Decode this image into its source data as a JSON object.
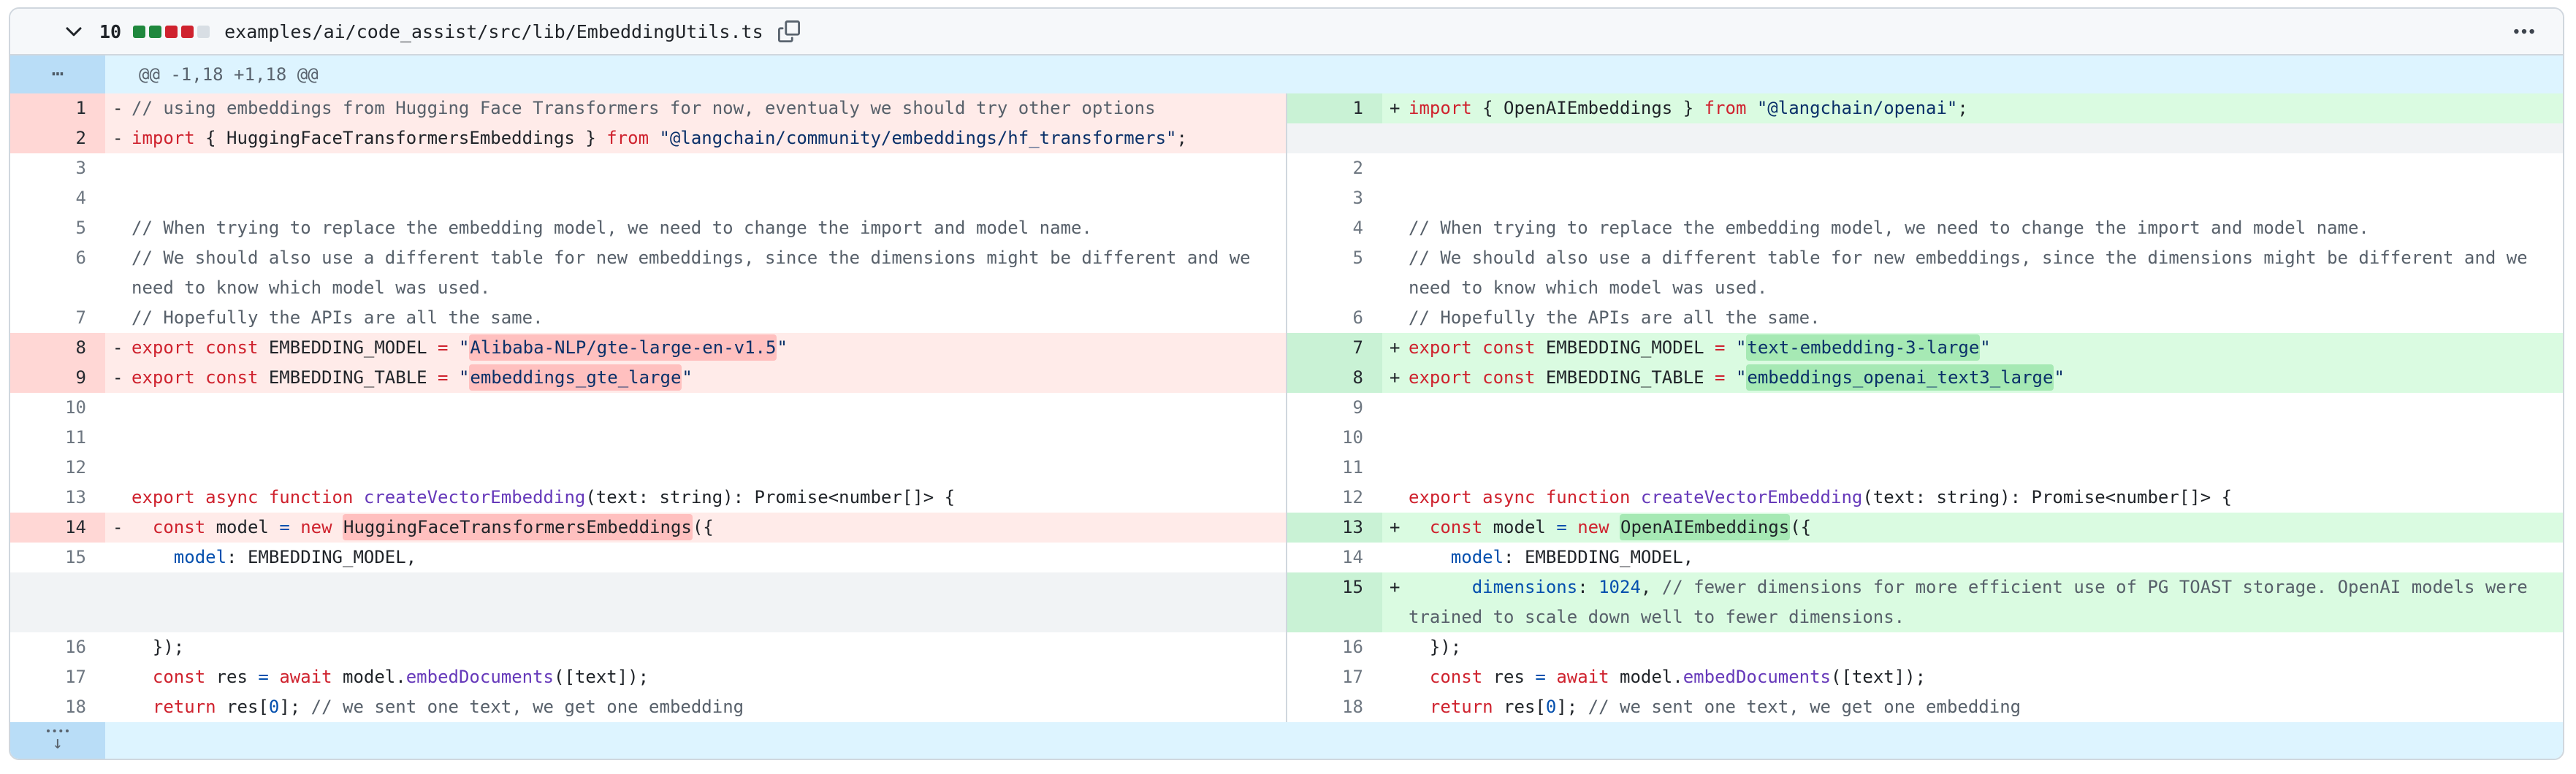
{
  "header": {
    "count": "10",
    "path": "examples/ai/code_assist/src/lib/EmbeddingUtils.ts",
    "diffstat": [
      "add",
      "add",
      "del",
      "del",
      "neutral"
    ],
    "menu_icon": "⋯"
  },
  "hunk": {
    "gutter": "⋯",
    "text": "@@ -1,18 +1,18 @@"
  },
  "expand": {
    "arrow": "↓"
  },
  "colors": {
    "header_bg": "#f6f8fa",
    "border": "#d0d7de",
    "hunk_bg": "#ddf4ff",
    "hunk_gutter_bg": "#b9ddf7",
    "deletion_bg": "#ffebe9",
    "deletion_num_bg": "#ffd7d5",
    "deletion_word_bg": "#ffc0bf",
    "addition_bg": "#dafbe1",
    "addition_num_bg": "#c9f2d5",
    "addition_word_bg": "#a6e9b4",
    "filler_bg": "#f1f3f5",
    "keyword": "#cf222e",
    "string": "#0a3069",
    "constant": "#0550ae",
    "function": "#6639ba",
    "comment": "#57606a",
    "diffstat_green": "#1f883d",
    "diffstat_red": "#cf222e",
    "diffstat_neutral": "#d8dee4"
  },
  "diff": {
    "rows": [
      {
        "hunk": true
      },
      {
        "l": {
          "n": "1",
          "sg": "-",
          "t": "del",
          "tk": [
            [
              "c",
              "// using embeddings from Hugging Face Transformers for now, eventualy we should try other options"
            ]
          ]
        },
        "r": {
          "n": "1",
          "sg": "+",
          "t": "add",
          "tk": [
            [
              "k",
              "import"
            ],
            [
              "p",
              " { OpenAIEmbeddings } "
            ],
            [
              "k",
              "from"
            ],
            [
              "p",
              " "
            ],
            [
              "s",
              "\"@langchain/openai\""
            ],
            [
              "p",
              ";"
            ]
          ]
        }
      },
      {
        "l": {
          "n": "2",
          "sg": "-",
          "t": "del",
          "tk": [
            [
              "k",
              "import"
            ],
            [
              "p",
              " { HuggingFaceTransformersEmbeddings } "
            ],
            [
              "k",
              "from"
            ],
            [
              "p",
              " "
            ],
            [
              "s",
              "\"@langchain/community/embeddings/hf_transformers\""
            ],
            [
              "p",
              ";"
            ]
          ]
        },
        "r": {
          "t": "fill",
          "tk": []
        }
      },
      {
        "l": {
          "n": "3",
          "t": "ctx",
          "tk": []
        },
        "r": {
          "n": "2",
          "t": "ctx",
          "tk": []
        }
      },
      {
        "l": {
          "n": "4",
          "t": "ctx",
          "tk": []
        },
        "r": {
          "n": "3",
          "t": "ctx",
          "tk": []
        }
      },
      {
        "l": {
          "n": "5",
          "t": "ctx",
          "tk": [
            [
              "c",
              "// When trying to replace the embedding model, we need to change the import and model name."
            ]
          ]
        },
        "r": {
          "n": "4",
          "t": "ctx",
          "tk": [
            [
              "c",
              "// When trying to replace the embedding model, we need to change the import and model name."
            ]
          ]
        }
      },
      {
        "l": {
          "n": "6",
          "t": "ctx",
          "tk": [
            [
              "c",
              "// We should also use a different table for new embeddings, since the dimensions might be different and we need to know which model was used."
            ]
          ]
        },
        "r": {
          "n": "5",
          "t": "ctx",
          "tk": [
            [
              "c",
              "// We should also use a different table for new embeddings, since the dimensions might be different and we need to know which model was used."
            ]
          ]
        }
      },
      {
        "l": {
          "n": "7",
          "t": "ctx",
          "tk": [
            [
              "c",
              "// Hopefully the APIs are all the same."
            ]
          ]
        },
        "r": {
          "n": "6",
          "t": "ctx",
          "tk": [
            [
              "c",
              "// Hopefully the APIs are all the same."
            ]
          ]
        }
      },
      {
        "l": {
          "n": "8",
          "sg": "-",
          "t": "del",
          "tk": [
            [
              "k",
              "export"
            ],
            [
              "p",
              " "
            ],
            [
              "k",
              "const"
            ],
            [
              "p",
              " EMBEDDING_MODEL "
            ],
            [
              "k",
              "="
            ],
            [
              "p",
              " "
            ],
            [
              "s",
              "\""
            ],
            [
              "s hld",
              "Alibaba-NLP/gte-large-en-v1.5"
            ],
            [
              "s",
              "\""
            ]
          ]
        },
        "r": {
          "n": "7",
          "sg": "+",
          "t": "add",
          "tk": [
            [
              "k",
              "export"
            ],
            [
              "p",
              " "
            ],
            [
              "k",
              "const"
            ],
            [
              "p",
              " EMBEDDING_MODEL "
            ],
            [
              "k",
              "="
            ],
            [
              "p",
              " "
            ],
            [
              "s",
              "\""
            ],
            [
              "s hla",
              "text-embedding-3-large"
            ],
            [
              "s",
              "\""
            ]
          ]
        }
      },
      {
        "l": {
          "n": "9",
          "sg": "-",
          "t": "del",
          "tk": [
            [
              "k",
              "export"
            ],
            [
              "p",
              " "
            ],
            [
              "k",
              "const"
            ],
            [
              "p",
              " EMBEDDING_TABLE "
            ],
            [
              "k",
              "="
            ],
            [
              "p",
              " "
            ],
            [
              "s",
              "\""
            ],
            [
              "s hld",
              "embeddings_gte_large"
            ],
            [
              "s",
              "\""
            ]
          ]
        },
        "r": {
          "n": "8",
          "sg": "+",
          "t": "add",
          "tk": [
            [
              "k",
              "export"
            ],
            [
              "p",
              " "
            ],
            [
              "k",
              "const"
            ],
            [
              "p",
              " EMBEDDING_TABLE "
            ],
            [
              "k",
              "="
            ],
            [
              "p",
              " "
            ],
            [
              "s",
              "\""
            ],
            [
              "s hla",
              "embeddings_openai_text3_large"
            ],
            [
              "s",
              "\""
            ]
          ]
        }
      },
      {
        "l": {
          "n": "10",
          "t": "ctx",
          "tk": []
        },
        "r": {
          "n": "9",
          "t": "ctx",
          "tk": []
        }
      },
      {
        "l": {
          "n": "11",
          "t": "ctx",
          "tk": []
        },
        "r": {
          "n": "10",
          "t": "ctx",
          "tk": []
        }
      },
      {
        "l": {
          "n": "12",
          "t": "ctx",
          "tk": []
        },
        "r": {
          "n": "11",
          "t": "ctx",
          "tk": []
        }
      },
      {
        "l": {
          "n": "13",
          "t": "ctx",
          "tk": [
            [
              "k",
              "export"
            ],
            [
              "p",
              " "
            ],
            [
              "k",
              "async"
            ],
            [
              "p",
              " "
            ],
            [
              "k",
              "function"
            ],
            [
              "p",
              " "
            ],
            [
              "f",
              "createVectorEmbedding"
            ],
            [
              "p",
              "(text: string): Promise<number[]> {"
            ]
          ]
        },
        "r": {
          "n": "12",
          "t": "ctx",
          "tk": [
            [
              "k",
              "export"
            ],
            [
              "p",
              " "
            ],
            [
              "k",
              "async"
            ],
            [
              "p",
              " "
            ],
            [
              "k",
              "function"
            ],
            [
              "p",
              " "
            ],
            [
              "f",
              "createVectorEmbedding"
            ],
            [
              "p",
              "(text: string): Promise<number[]> {"
            ]
          ]
        }
      },
      {
        "l": {
          "n": "14",
          "sg": "-",
          "t": "del",
          "tk": [
            [
              "p",
              "  "
            ],
            [
              "k",
              "const"
            ],
            [
              "p",
              " model "
            ],
            [
              "b",
              "="
            ],
            [
              "p",
              " "
            ],
            [
              "k",
              "new"
            ],
            [
              "p",
              " "
            ],
            [
              "p hld",
              "HuggingFaceTransformersEmbeddings"
            ],
            [
              "p",
              "({"
            ]
          ]
        },
        "r": {
          "n": "13",
          "sg": "+",
          "t": "add",
          "tk": [
            [
              "p",
              "  "
            ],
            [
              "k",
              "const"
            ],
            [
              "p",
              " model "
            ],
            [
              "b",
              "="
            ],
            [
              "p",
              " "
            ],
            [
              "k",
              "new"
            ],
            [
              "p",
              " "
            ],
            [
              "p hla",
              "OpenAIEmbeddings"
            ],
            [
              "p",
              "({"
            ]
          ]
        }
      },
      {
        "l": {
          "n": "15",
          "t": "ctx",
          "tk": [
            [
              "p",
              "    "
            ],
            [
              "b",
              "model"
            ],
            [
              "p",
              ": EMBEDDING_MODEL,"
            ]
          ]
        },
        "r": {
          "n": "14",
          "t": "ctx",
          "tk": [
            [
              "p",
              "    "
            ],
            [
              "b",
              "model"
            ],
            [
              "p",
              ": EMBEDDING_MODEL,"
            ]
          ]
        }
      },
      {
        "l": {
          "t": "fill",
          "tk": []
        },
        "r": {
          "n": "15",
          "sg": "+",
          "t": "add",
          "tk": [
            [
              "p",
              "      "
            ],
            [
              "b",
              "dimensions"
            ],
            [
              "p",
              ": "
            ],
            [
              "b",
              "1024"
            ],
            [
              "p",
              ", "
            ],
            [
              "c",
              "// fewer dimensions for more efficient use of PG TOAST storage. OpenAI models were trained to scale down well to fewer dimensions."
            ]
          ]
        }
      },
      {
        "l": {
          "n": "16",
          "t": "ctx",
          "tk": [
            [
              "p",
              "  });"
            ]
          ]
        },
        "r": {
          "n": "16",
          "t": "ctx",
          "tk": [
            [
              "p",
              "  });"
            ]
          ]
        }
      },
      {
        "l": {
          "n": "17",
          "t": "ctx",
          "tk": [
            [
              "p",
              "  "
            ],
            [
              "k",
              "const"
            ],
            [
              "p",
              " res "
            ],
            [
              "b",
              "="
            ],
            [
              "p",
              " "
            ],
            [
              "k",
              "await"
            ],
            [
              "p",
              " model."
            ],
            [
              "f",
              "embedDocuments"
            ],
            [
              "p",
              "([text]);"
            ]
          ]
        },
        "r": {
          "n": "17",
          "t": "ctx",
          "tk": [
            [
              "p",
              "  "
            ],
            [
              "k",
              "const"
            ],
            [
              "p",
              " res "
            ],
            [
              "b",
              "="
            ],
            [
              "p",
              " "
            ],
            [
              "k",
              "await"
            ],
            [
              "p",
              " model."
            ],
            [
              "f",
              "embedDocuments"
            ],
            [
              "p",
              "([text]);"
            ]
          ]
        }
      },
      {
        "l": {
          "n": "18",
          "t": "ctx",
          "tk": [
            [
              "p",
              "  "
            ],
            [
              "k",
              "return"
            ],
            [
              "p",
              " res["
            ],
            [
              "b",
              "0"
            ],
            [
              "p",
              "]; "
            ],
            [
              "c",
              "// we sent one text, we get one embedding"
            ]
          ]
        },
        "r": {
          "n": "18",
          "t": "ctx",
          "tk": [
            [
              "p",
              "  "
            ],
            [
              "k",
              "return"
            ],
            [
              "p",
              " res["
            ],
            [
              "b",
              "0"
            ],
            [
              "p",
              "]; "
            ],
            [
              "c",
              "// we sent one text, we get one embedding"
            ]
          ]
        }
      }
    ]
  }
}
